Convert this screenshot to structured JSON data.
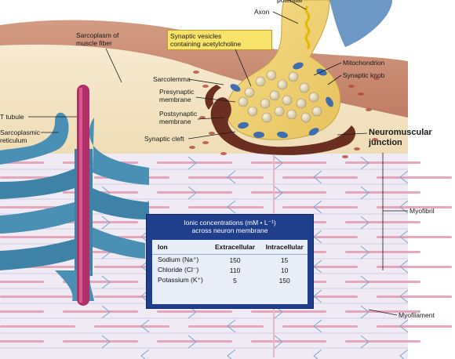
{
  "labels": {
    "axon_top": "potential",
    "axon": "Axon",
    "sarcoplasm_line1": "Sarcoplasm of",
    "sarcoplasm_line2": "muscle fiber",
    "synaptic_vesicles_line1": "Synaptic vesicles",
    "synaptic_vesicles_line2": "containing acetylcholine",
    "mitochondrion": "Mitochondrion",
    "synaptic_knob": "Synaptic knob",
    "sarcolemma": "Sarcolemma",
    "presynaptic_line1": "Presynaptic",
    "presynaptic_line2": "membrane",
    "postsynaptic_line1": "Postsynaptic",
    "postsynaptic_line2": "membrane",
    "synaptic_cleft": "Synaptic cleft",
    "nmj_line1": "Neuromuscular",
    "nmj_line2": "junction",
    "t_tubule": "T tubule",
    "sr_line1": "Sarcoplasmic",
    "sr_line2": "reticulum",
    "myofibril": "Myofibril",
    "myofilament": "Myofilament"
  },
  "ion_table": {
    "title_line1": "Ionic concentrations (mM • L⁻¹)",
    "title_line2": "across neuron membrane",
    "headers": [
      "Ion",
      "Extracellular",
      "Intracellular"
    ],
    "rows": [
      {
        "ion": "Sodium (Na⁺)",
        "extracellular": "150",
        "intracellular": "15"
      },
      {
        "ion": "Chloride (Cl⁻)",
        "extracellular": "110",
        "intracellular": "10"
      },
      {
        "ion": "Potassium (K⁺)",
        "extracellular": "5",
        "intracellular": "150"
      }
    ]
  },
  "colors": {
    "sarcoplasm": "#c9866e",
    "fiber_band": "#f4e7c8",
    "myofibril_bg": "#efeaf4",
    "myofilament_pink": "#e29ab0",
    "sarcoplasmic_reticulum": "#4a8fb4",
    "t_tubule": "#b0306a",
    "axon": "#f2d57a",
    "synaptic_cleft": "#6b2f22",
    "vesicle": "#e8dcc0",
    "mitochondrion": "#3e6db0",
    "table_blue": "#1f3f8c"
  }
}
